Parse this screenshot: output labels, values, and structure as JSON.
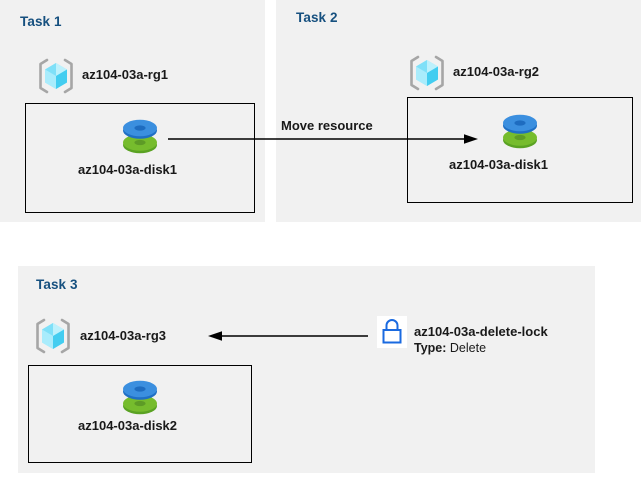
{
  "diagram": {
    "title": "Azure resource tasks diagram",
    "accent_title_color": "#16507f",
    "panel_bg_color": "#f1f1f1",
    "page_bg_color": "#ffffff",
    "box_border_color": "#000000",
    "arrow_color": "#000000",
    "lock_color": "#1a6ae0"
  },
  "tasks": [
    {
      "id": "task1",
      "title": "Task 1",
      "resource_group": {
        "label": "az104-03a-rg1",
        "icon": "resource-group-icon"
      },
      "resource": {
        "label": "az104-03a-disk1",
        "icon": "managed-disk-icon"
      }
    },
    {
      "id": "task2",
      "title": "Task 2",
      "resource_group": {
        "label": "az104-03a-rg2",
        "icon": "resource-group-icon"
      },
      "resource": {
        "label": "az104-03a-disk1",
        "icon": "managed-disk-icon"
      }
    },
    {
      "id": "task3",
      "title": "Task 3",
      "resource_group": {
        "label": "az104-03a-rg3",
        "icon": "resource-group-icon"
      },
      "resource": {
        "label": "az104-03a-disk2",
        "icon": "managed-disk-icon"
      }
    }
  ],
  "connectors": {
    "move_resource": {
      "label": "Move resource",
      "direction": "right",
      "from": "task1-disk1",
      "to": "task2-disk1"
    },
    "delete_lock": {
      "direction": "left",
      "from": "delete-lock",
      "to": "task3-rg3"
    }
  },
  "lock": {
    "icon": "lock-icon",
    "name": "az104-03a-delete-lock",
    "type_key": "Type:",
    "type_value": "Delete"
  }
}
